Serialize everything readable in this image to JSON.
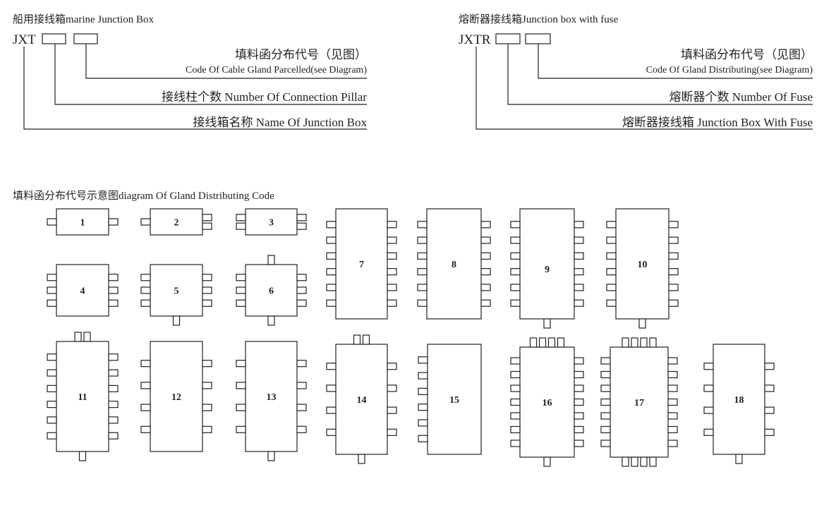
{
  "left": {
    "title": "船用接线箱marine Junction Box",
    "code": "JXT",
    "gland_cn": "填料函分布代号（见图）",
    "gland_en": "Code Of Cable Gland Parcelled(see Diagram)",
    "pillar": "接线柱个数 Number Of Connection Pillar",
    "name": "接线箱名称 Name Of  Junction Box"
  },
  "right": {
    "title": "熔断器接线箱Junction box with fuse",
    "code": "JXTR",
    "gland_cn": "填料函分布代号（见图）",
    "gland_en": "Code Of Gland Distributing(see Diagram)",
    "fuse": "熔断器个数 Number Of Fuse",
    "name": "熔断器接线箱 Junction Box With Fuse"
  },
  "diagram": {
    "title": "填料函分布代号示意图diagram Of Gland Distributing Code",
    "codes": [
      "1",
      "2",
      "3",
      "4",
      "5",
      "6",
      "7",
      "8",
      "9",
      "10",
      "11",
      "12",
      "13",
      "14",
      "15",
      "16",
      "17",
      "18"
    ]
  },
  "colors": {
    "line": "#231f20",
    "background": "#ffffff"
  }
}
